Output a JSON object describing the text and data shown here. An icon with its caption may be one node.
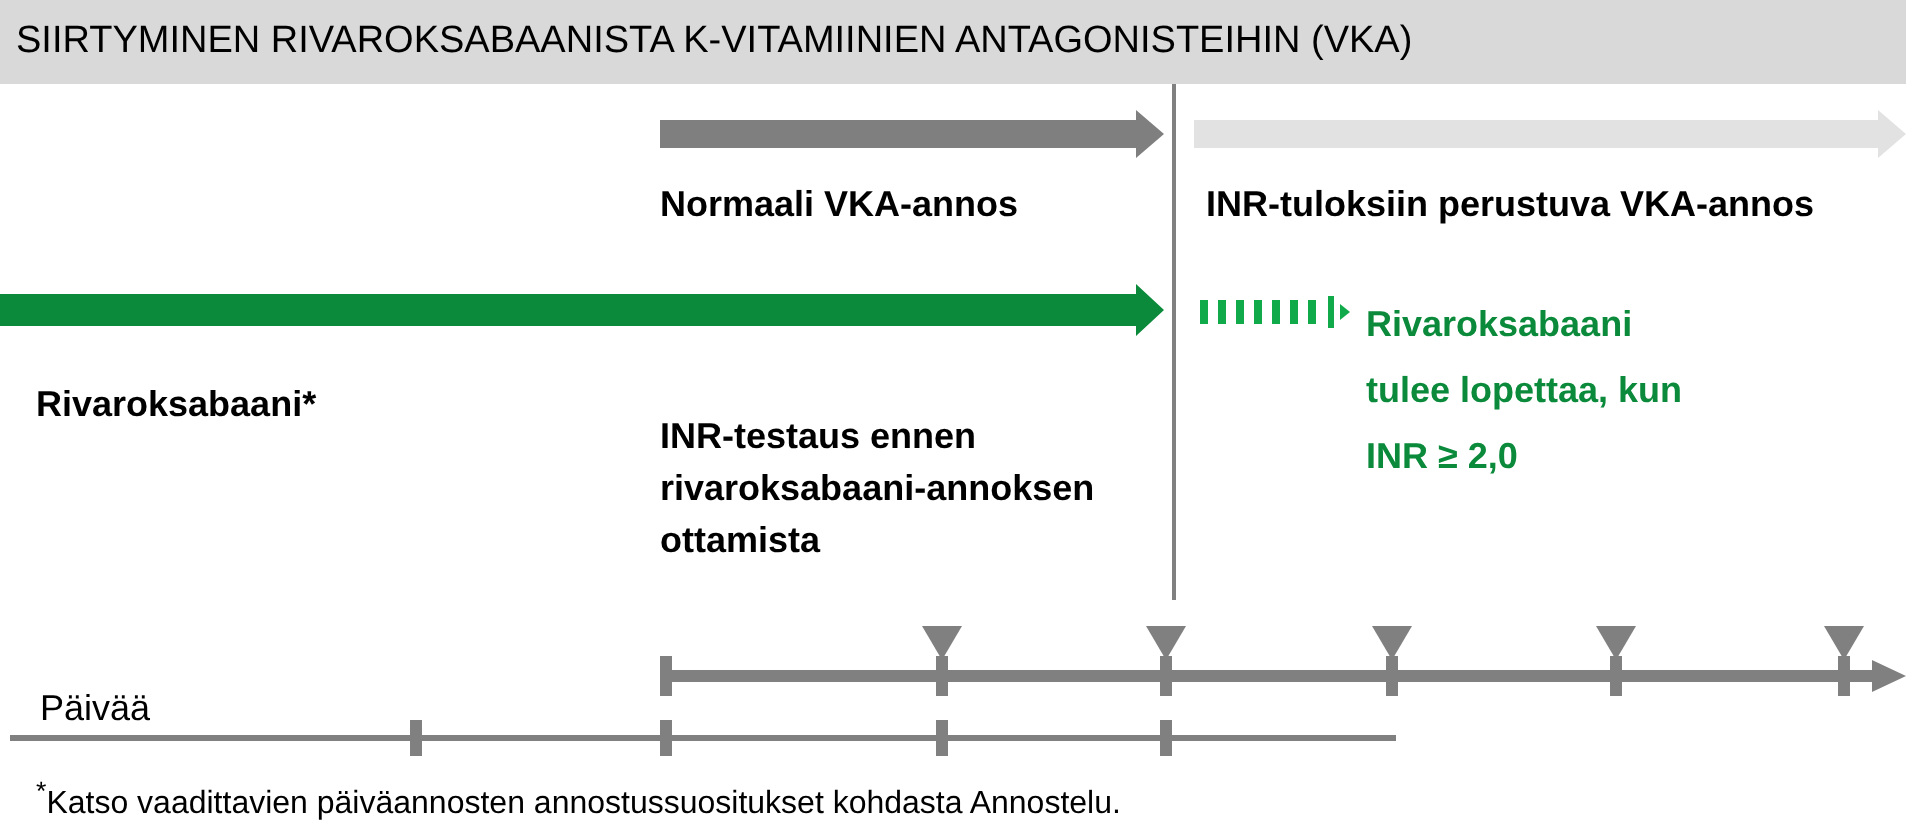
{
  "diagram": {
    "title": "SIIRTYMINEN RIVAROKSABAANISTA K-VITAMIINIEN ANTAGONISTEIHIN (VKA)",
    "caption": "$^{*}$Katso vaadittavien päiväannosten annostussuositukset kohdasta Annostelu.",
    "labels": [
      "Normaali VKA-annos",
      "INR-tuloksiin perustuva VKA-annos",
      "Rivaroksabaani*",
      "INR-testaus ennen rivaroksabaani-annoksen ottamista",
      "Rivaroksabaani tulee lopettaa, kun INR ≥ 2,0",
      "Päivää"
    ]
  }
}
